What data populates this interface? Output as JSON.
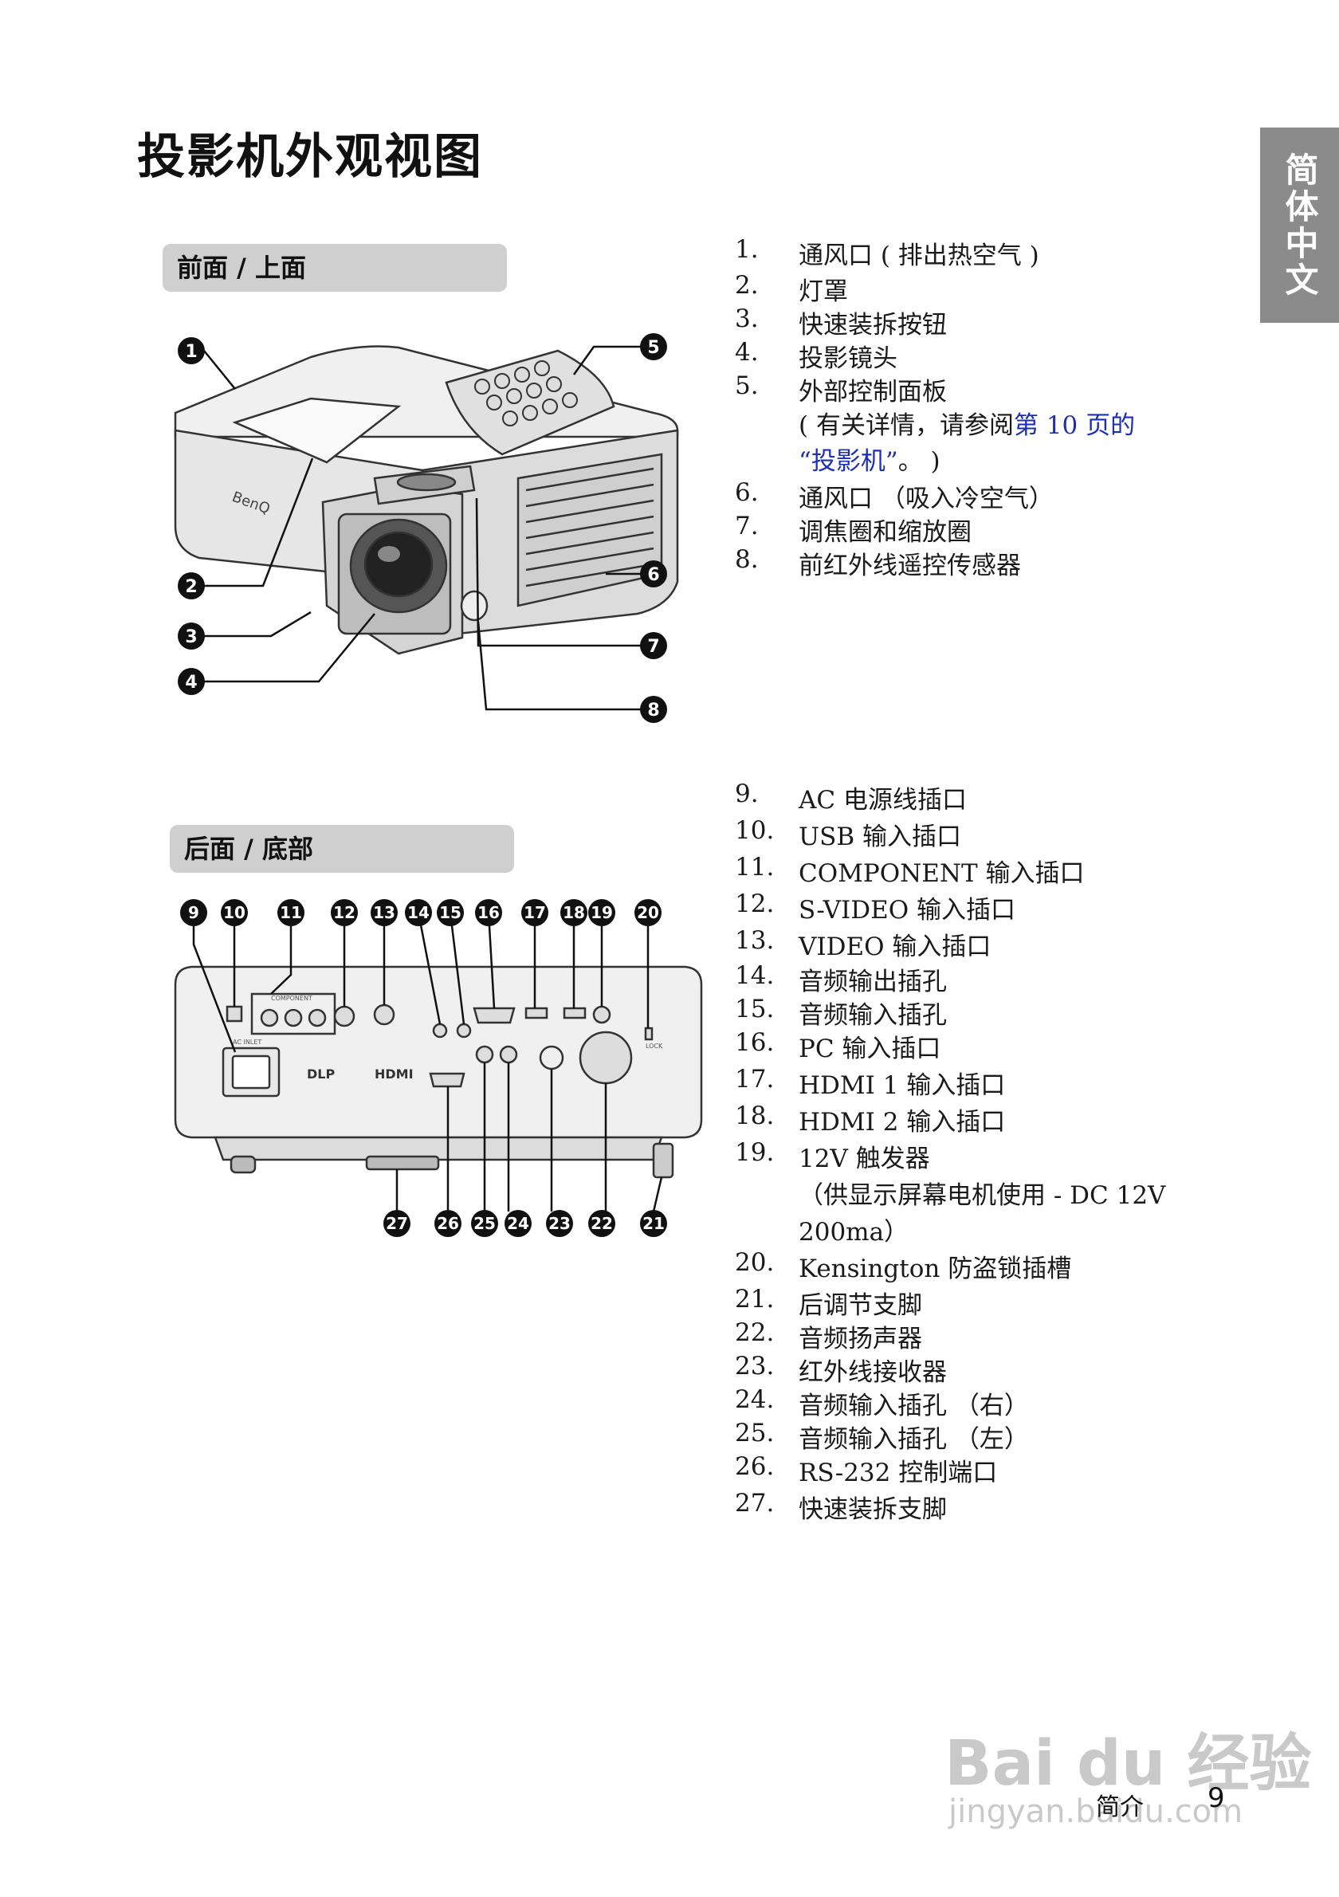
{
  "page_title": "投影机外观视图",
  "side_tab": "简体中文",
  "section_front": "前面 / 上面",
  "section_rear": "后面 / 底部",
  "front_items": [
    {
      "num": "1.",
      "text": "通风口 ( 排出热空气 )"
    },
    {
      "num": "2.",
      "text": "灯罩"
    },
    {
      "num": "3.",
      "text": "快速装拆按钮"
    },
    {
      "num": "4.",
      "text": "投影镜头"
    },
    {
      "num": "5.",
      "text": "外部控制面板"
    },
    {
      "num": "6.",
      "text": "通风口 （吸入冷空气）"
    },
    {
      "num": "7.",
      "text": "调焦圈和缩放圈"
    },
    {
      "num": "8.",
      "text": "前红外线遥控传感器"
    }
  ],
  "item5_note_prefix": "( 有关详情，请参阅",
  "item5_note_link": "第 10 页的",
  "item5_note_link2": "“投影机”",
  "item5_note_suffix": "。 )",
  "rear_items": [
    {
      "num": "9.",
      "text": "AC 电源线插口"
    },
    {
      "num": "10.",
      "text": "USB 输入插口"
    },
    {
      "num": "11.",
      "text": "COMPONENT 输入插口"
    },
    {
      "num": "12.",
      "text": "S-VIDEO 输入插口"
    },
    {
      "num": "13.",
      "text": "VIDEO 输入插口"
    },
    {
      "num": "14.",
      "text": "音频输出插孔"
    },
    {
      "num": "15.",
      "text": "音频输入插孔"
    },
    {
      "num": "16.",
      "text": "PC 输入插口"
    },
    {
      "num": "17.",
      "text": "HDMI 1 输入插口"
    },
    {
      "num": "18.",
      "text": "HDMI 2 输入插口"
    },
    {
      "num": "19.",
      "text": "12V 触发器"
    },
    {
      "num": "20.",
      "text": "Kensington 防盗锁插槽"
    },
    {
      "num": "21.",
      "text": "后调节支脚"
    },
    {
      "num": "22.",
      "text": "音频扬声器"
    },
    {
      "num": "23.",
      "text": "红外线接收器"
    },
    {
      "num": "24.",
      "text": "音频输入插孔 （右）"
    },
    {
      "num": "25.",
      "text": "音频输入插孔 （左）"
    },
    {
      "num": "26.",
      "text": "RS-232 控制端口"
    },
    {
      "num": "27.",
      "text": "快速装拆支脚"
    }
  ],
  "item19_note_line1": "（供显示屏幕电机使用 - DC 12V",
  "item19_note_line2": "200ma）",
  "front_callouts": [
    "1",
    "2",
    "3",
    "4",
    "5",
    "6",
    "7",
    "8"
  ],
  "rear_callouts_top": [
    "9",
    "10",
    "11",
    "12",
    "13",
    "14",
    "15",
    "16",
    "17",
    "18",
    "19",
    "20"
  ],
  "rear_callouts_bottom": [
    "27",
    "26",
    "25",
    "24",
    "23",
    "22",
    "21"
  ],
  "projector_labels": {
    "brand": "BenQ",
    "component": "COMPONENT",
    "dlp": "DLP",
    "hdmi": "HDMI",
    "ac_inlet": "AC INLET",
    "lock": "LOCK"
  },
  "footer_section": "简介",
  "page_number": "9",
  "watermark_brand": "Bai du 经验",
  "watermark_url": "jingyan.baidu.com"
}
